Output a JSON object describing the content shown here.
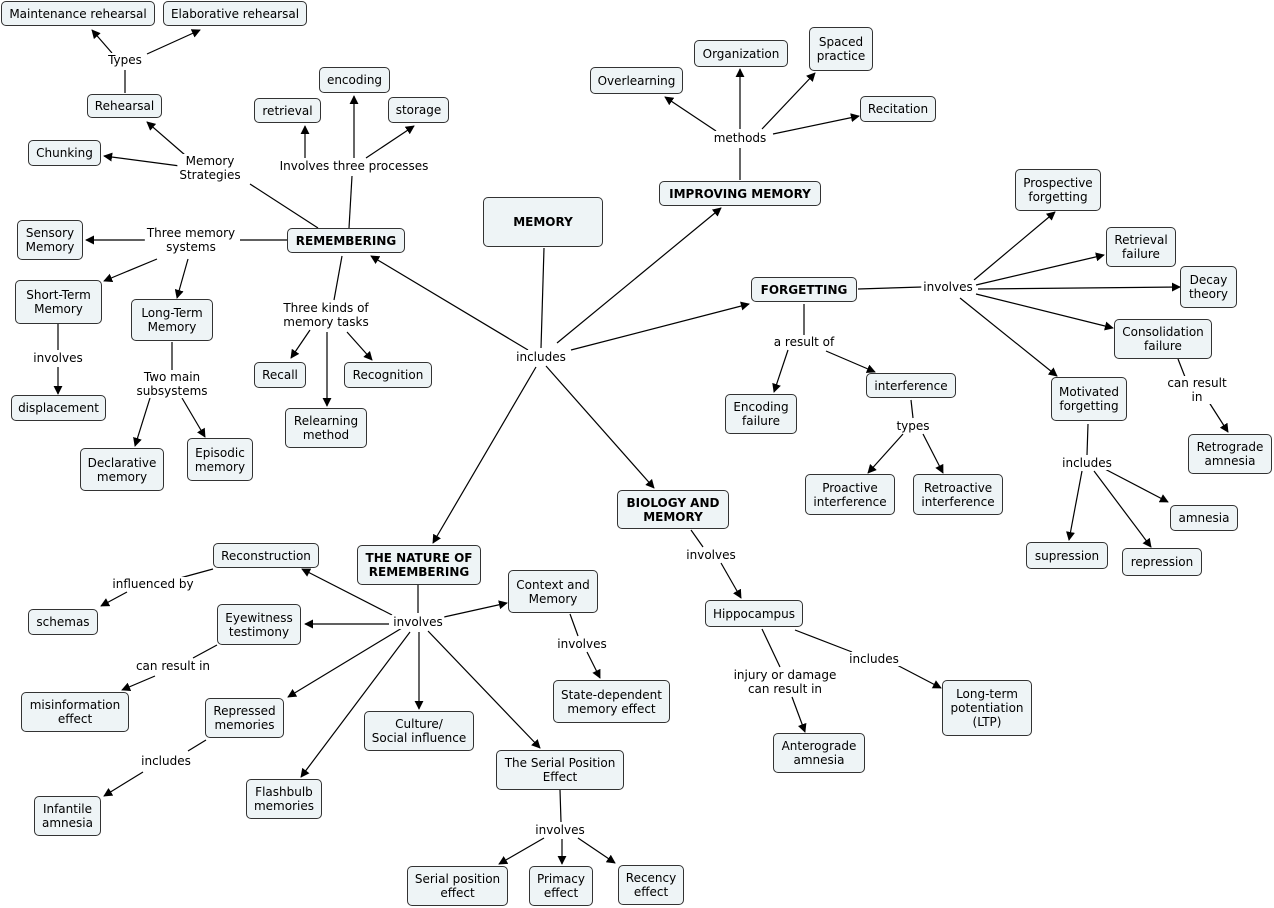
{
  "nodes": {
    "memory": "MEMORY",
    "remembering": "REMEMBERING",
    "improving": "IMPROVING MEMORY",
    "forgetting": "FORGETTING",
    "biology": "BIOLOGY AND\nMEMORY",
    "nature": "THE NATURE OF\nREMEMBERING",
    "maint": "Maintenance rehearsal",
    "elab": "Elaborative rehearsal",
    "rehearsal": "Rehearsal",
    "chunking": "Chunking",
    "encoding": "encoding",
    "retrieval": "retrieval",
    "storage": "storage",
    "sensory": "Sensory\nMemory",
    "stm": "Short-Term\nMemory",
    "ltm": "Long-Term\nMemory",
    "displacement": "displacement",
    "declarative": "Declarative\nmemory",
    "episodic": "Episodic\nmemory",
    "recall": "Recall",
    "recognition": "Recognition",
    "relearning": "Relearning\nmethod",
    "overlearning": "Overlearning",
    "organization": "Organization",
    "spaced": "Spaced\npractice",
    "recitation": "Recitation",
    "prospective": "Prospective\nforgetting",
    "retrfail": "Retrieval\nfailure",
    "decay": "Decay\ntheory",
    "consolidation": "Consolidation\nfailure",
    "motivated": "Motivated\nforgetting",
    "retrograde": "Retrograde\namnesia",
    "encfail": "Encoding\nfailure",
    "interference": "interference",
    "proactive": "Proactive\ninterference",
    "retroactive": "Retroactive\ninterference",
    "amnesia": "amnesia",
    "supression": "supression",
    "repression": "repression",
    "hippocampus": "Hippocampus",
    "anterograde": "Anterograde\namnesia",
    "ltp": "Long-term\npotentiation\n(LTP)",
    "reconstruction": "Reconstruction",
    "schemas": "schemas",
    "eyewitness": "Eyewitness\ntestimony",
    "misinfo": "misinformation\neffect",
    "repressed": "Repressed\nmemories",
    "infantile": "Infantile\namnesia",
    "flashbulb": "Flashbulb\nmemories",
    "culture": "Culture/\nSocial influence",
    "context": "Context and\nMemory",
    "statedep": "State-dependent\nmemory effect",
    "serialpos": "The Serial Position\nEffect",
    "serialeff": "Serial position\neffect",
    "primacy": "Primacy\neffect",
    "recency": "Recency\neffect"
  },
  "labels": {
    "types_reh": "Types",
    "mem_strat": "Memory\nStrategies",
    "three_proc": "Involves three processes",
    "three_sys": "Three memory\nsystems",
    "involves_stm": "involves",
    "two_sub": "Two main\nsubsystems",
    "three_tasks": "Three kinds of\nmemory tasks",
    "includes_main": "includes",
    "methods": "methods",
    "involves_forg": "involves",
    "result_of": "a result of",
    "types_int": "types",
    "can_result_cons": "can result in",
    "includes_mot": "includes",
    "involves_bio": "involves",
    "injury": "injury or damage\ncan result in",
    "includes_hip": "includes",
    "involves_nat": "involves",
    "influenced_by": "influenced by",
    "can_result_eye": "can result in",
    "includes_rep": "includes",
    "involves_ctx": "involves",
    "involves_ser": "involves"
  }
}
